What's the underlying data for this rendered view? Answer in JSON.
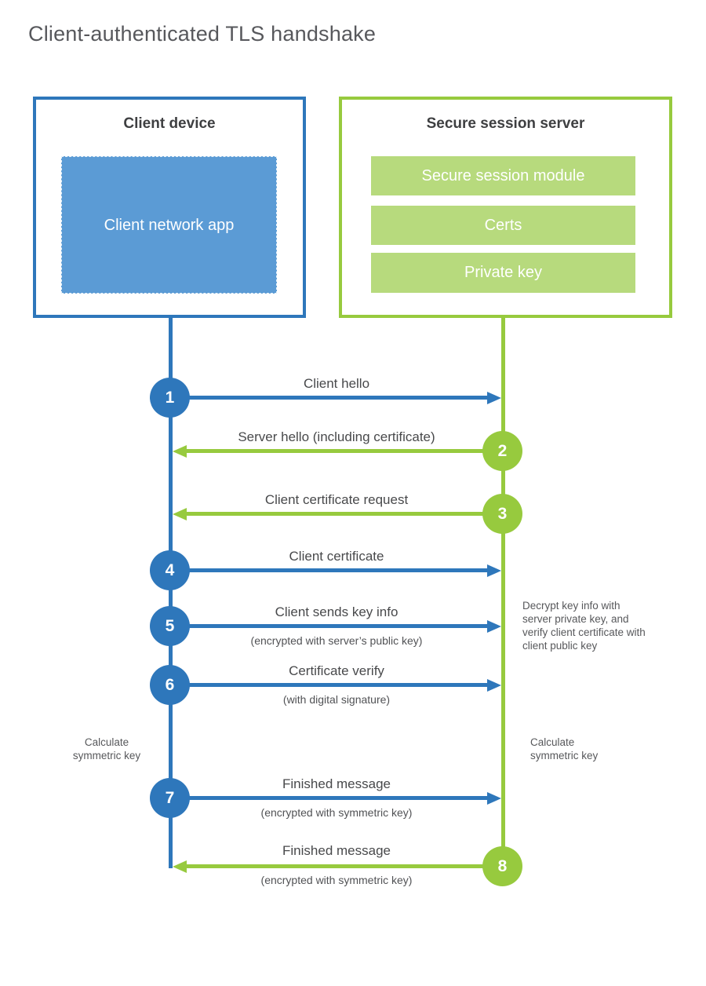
{
  "title": "Client-authenticated TLS handshake",
  "colors": {
    "client_accent": "#2e77bb",
    "client_fill": "#5b9bd5",
    "server_accent": "#97ca3e",
    "server_fill": "#b7da7d"
  },
  "client": {
    "title": "Client device",
    "app_label": "Client network app"
  },
  "server": {
    "title": "Secure session server",
    "modules": [
      "Secure session module",
      "Certs",
      "Private key"
    ]
  },
  "steps": [
    {
      "number": "1",
      "from": "client",
      "label": "Client hello",
      "sublabel": ""
    },
    {
      "number": "2",
      "from": "server",
      "label": "Server hello (including certificate)",
      "sublabel": ""
    },
    {
      "number": "3",
      "from": "server",
      "label": "Client certificate request",
      "sublabel": ""
    },
    {
      "number": "4",
      "from": "client",
      "label": "Client certificate",
      "sublabel": ""
    },
    {
      "number": "5",
      "from": "client",
      "label": "Client sends key info",
      "sublabel": "(encrypted with server’s public key)"
    },
    {
      "number": "6",
      "from": "client",
      "label": "Certificate verify",
      "sublabel": "(with digital signature)"
    },
    {
      "number": "7",
      "from": "client",
      "label": "Finished message",
      "sublabel": "(encrypted with symmetric key)"
    },
    {
      "number": "8",
      "from": "server",
      "label": "Finished message",
      "sublabel": "(encrypted with symmetric key)"
    }
  ],
  "notes": {
    "server_note": "Decrypt key info with server private key, and verify client certificate with client public key",
    "client_calc": "Calculate symmetric key",
    "server_calc": "Calculate symmetric key"
  }
}
